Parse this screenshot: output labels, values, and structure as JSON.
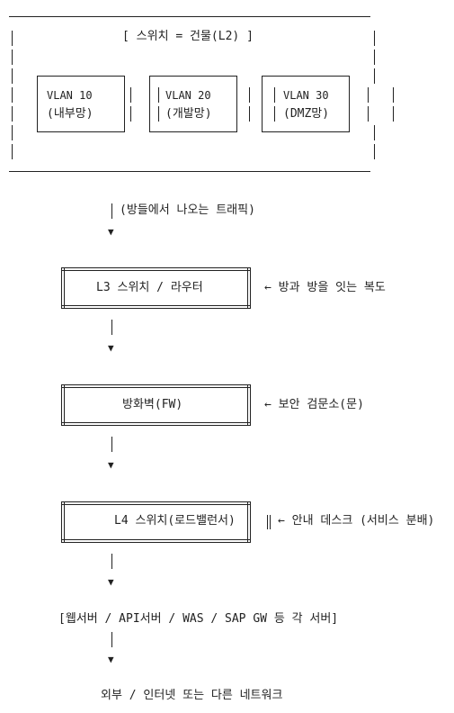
{
  "switch_l2": {
    "title": "[ 스위치 = 건물(L2) ]",
    "vlans": [
      {
        "name": "VLAN 10",
        "desc": "(내부망)"
      },
      {
        "name": "VLAN 20",
        "desc": "(개발망)"
      },
      {
        "name": "VLAN 30",
        "desc": "(DMZ망)"
      }
    ]
  },
  "flow": {
    "traffic_label": "(방들에서 나오는 트래픽)",
    "l3": {
      "label": "L3 스위치 / 라우터",
      "note": "← 방과 방을 잇는 복도"
    },
    "firewall": {
      "label": "방화벽(FW)",
      "note": "← 보안 검문소(문)"
    },
    "l4": {
      "label": "L4 스위치(로드밸런서)",
      "note": "← 안내 데스크 (서비스 분배)"
    },
    "servers": "[웹서버 / API서버 / WAS / SAP GW 등 각 서버]",
    "external": "외부 / 인터넷 또는 다른 네트워크"
  }
}
